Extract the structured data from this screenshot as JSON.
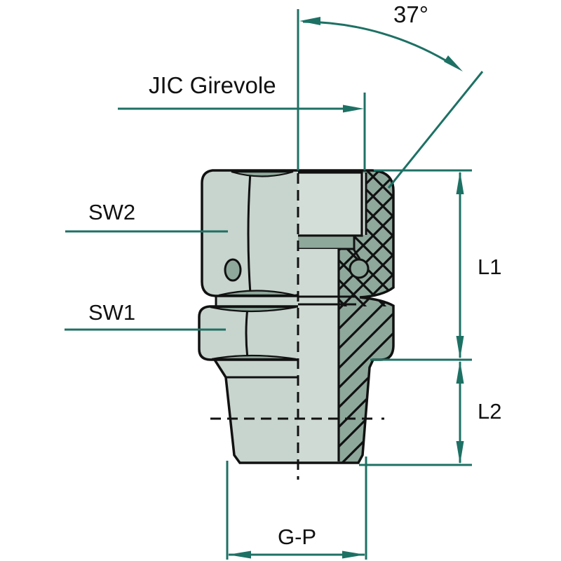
{
  "labels": {
    "angle": "37°",
    "thread_type": "JIC Girevole",
    "wrench_size_2": "SW2",
    "wrench_size_1": "SW1",
    "length_1": "L1",
    "length_2": "L2",
    "thread_size": "G-P"
  },
  "colors": {
    "dimension_teal": "#1d7164",
    "outline_black": "#111111",
    "body_light": "#c8d4ce",
    "body_inner_light": "#d3ded8",
    "body_shaded": "#8ea89b",
    "background": "#ffffff"
  }
}
